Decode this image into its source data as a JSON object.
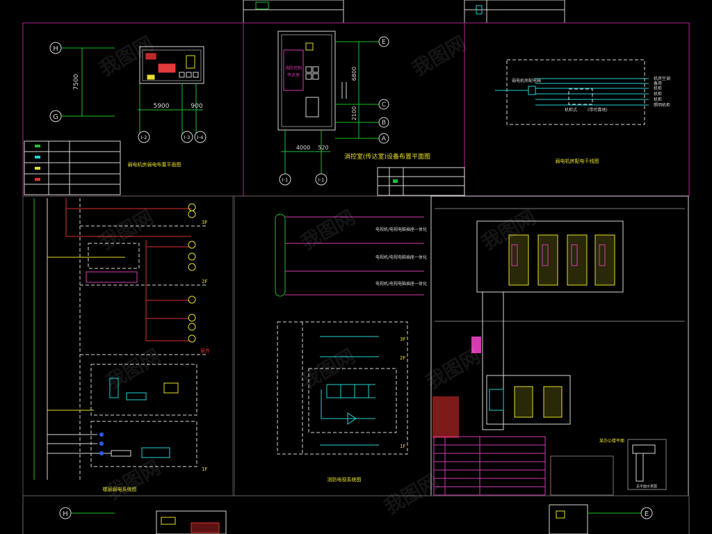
{
  "colors": {
    "background": "#000000",
    "panel_border": "#9a1f7a",
    "grid": "#19c21a",
    "wall": "#d9d9d9",
    "accent_magenta": "#d63bb0",
    "accent_yellow": "#e6e02a",
    "accent_cyan": "#1fd4d4",
    "accent_red": "#e43030"
  },
  "panel_a": {
    "title": "弱电机房弱电布置平面图",
    "axes": {
      "top": "H",
      "bottom": "G",
      "b1": "I-2",
      "b2": "I-3",
      "b3": "I-4"
    },
    "dims": {
      "vertical": "7500",
      "horiz1": "5900",
      "horiz2": "900"
    }
  },
  "panel_b": {
    "title": "消控室(传达室)设备布置平面图",
    "axes": {
      "e": "E",
      "c": "C",
      "b": "B",
      "a": "A",
      "h1": "I-1",
      "h2": "I-1"
    },
    "dims": {
      "d1": "6800",
      "d2": "2100",
      "d3": "4000",
      "d4": "520"
    },
    "room_label_1": "消防控制",
    "room_label_2": "传达室"
  },
  "panel_c": {
    "title": "弱电机房配电干线图",
    "box_label": "弱电机房配电箱",
    "sub_label_1": "机柜式",
    "sub_label_2": "(带可靠地)",
    "outs": [
      "机房空调",
      "备用",
      "机柜",
      "机柜",
      "机柜",
      "照明机柜"
    ]
  },
  "panel_d": {
    "title": "楼层弱电系统图",
    "floor_label": "1F",
    "floor_labels": [
      "3F",
      "2F",
      "1F"
    ],
    "note": "室外"
  },
  "panel_e": {
    "title": "消防电视系统图",
    "rows": [
      "电视机/电视电脑插座一体化",
      "电视机/电视电脑插座一体化",
      "电视机/电视电脑插座一体化"
    ],
    "floor_labels": [
      "3F",
      "2F",
      "1F"
    ]
  },
  "panel_f": {
    "title_small": "某办公楼平面",
    "key_plan": "总平面示意图"
  },
  "panel_g": {
    "axes": {
      "h": "H",
      "e": "E"
    }
  },
  "watermark": "我图网"
}
